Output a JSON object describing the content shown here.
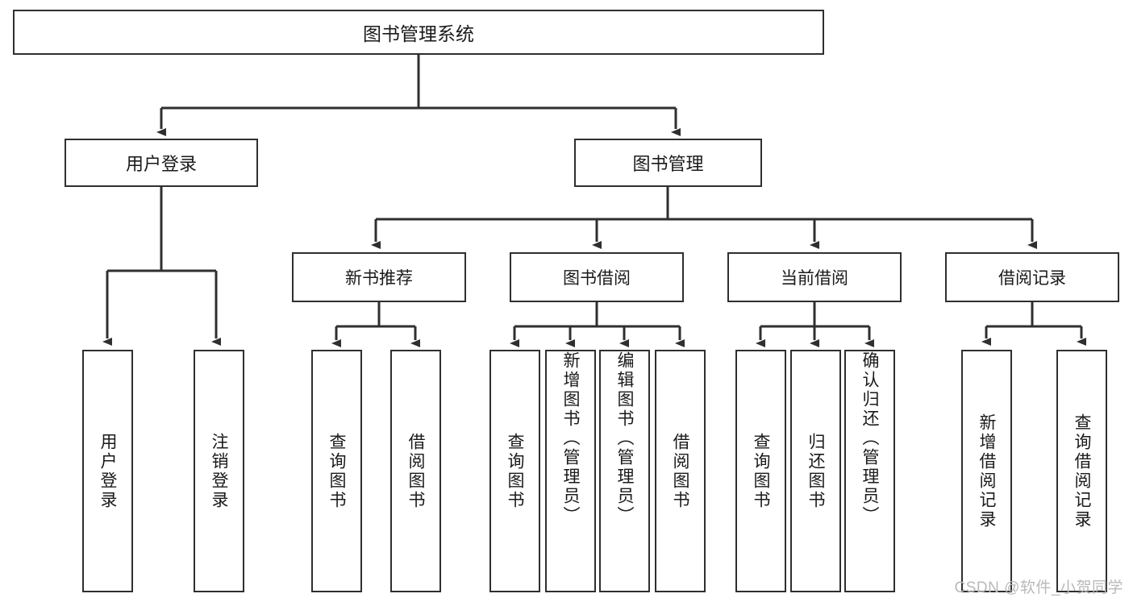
{
  "diagram": {
    "title": "图书管理系统",
    "type": "tree-hierarchy",
    "root": {
      "label": "图书管理系统"
    },
    "level1": [
      {
        "label": "用户登录"
      },
      {
        "label": "图书管理"
      }
    ],
    "level2": [
      {
        "label": "新书推荐",
        "parent": "图书管理"
      },
      {
        "label": "图书借阅",
        "parent": "图书管理"
      },
      {
        "label": "当前借阅",
        "parent": "图书管理"
      },
      {
        "label": "借阅记录",
        "parent": "图书管理"
      }
    ],
    "leaves": {
      "user_login": [
        {
          "label": "用户登录"
        },
        {
          "label": "注销登录"
        }
      ],
      "new_book_recommend": [
        {
          "label": "查询图书"
        },
        {
          "label": "借阅图书"
        }
      ],
      "book_borrow": [
        {
          "label": "查询图书"
        },
        {
          "label": "新增图书（管理员）"
        },
        {
          "label": "编辑图书（管理员）"
        },
        {
          "label": "借阅图书"
        }
      ],
      "current_borrow": [
        {
          "label": "查询图书"
        },
        {
          "label": "归还图书"
        },
        {
          "label": "确认归还（管理员）"
        }
      ],
      "borrow_record": [
        {
          "label": "新增借阅记录"
        },
        {
          "label": "查询借阅记录"
        }
      ]
    }
  },
  "watermark": {
    "text": "CSDN @软件_小贺同学"
  },
  "colors": {
    "border": "#2f2f2f",
    "text": "#1a1a1a",
    "background": "#ffffff",
    "watermark": "#b9b9b9"
  }
}
